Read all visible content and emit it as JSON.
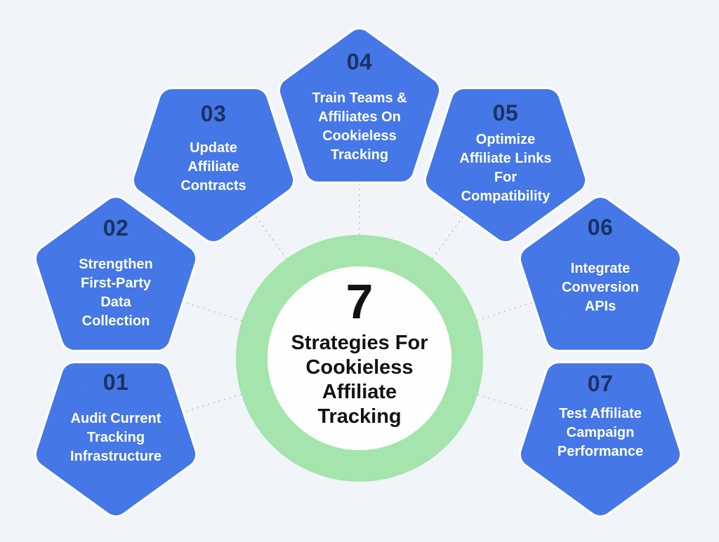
{
  "colors": {
    "background": "#f1f5f9",
    "pentagon_fill": "#4577e6",
    "pentagon_outline": "#ffffff",
    "step_number": "#1b3262",
    "step_label": "#ffffff",
    "ring": "#a5e4ac",
    "center_circle": "#fdfefd",
    "center_text": "#121212",
    "connector": "#b7c6c2"
  },
  "center": {
    "number": "7",
    "title": "Strategies For\nCookieless\nAffiliate\nTracking"
  },
  "strategies": [
    {
      "number": "01",
      "label": "Audit Current\nTracking\nInfrastructure"
    },
    {
      "number": "02",
      "label": "Strengthen\nFirst-Party\nData\nCollection"
    },
    {
      "number": "03",
      "label": "Update\nAffiliate\nContracts"
    },
    {
      "number": "04",
      "label": "Train Teams &\nAffiliates On\nCookieless\nTracking"
    },
    {
      "number": "05",
      "label": "Optimize\nAffiliate Links\nFor\nCompatibility"
    },
    {
      "number": "06",
      "label": "Integrate\nConversion\nAPIs"
    },
    {
      "number": "07",
      "label": "Test Affiliate\nCampaign\nPerformance"
    }
  ]
}
